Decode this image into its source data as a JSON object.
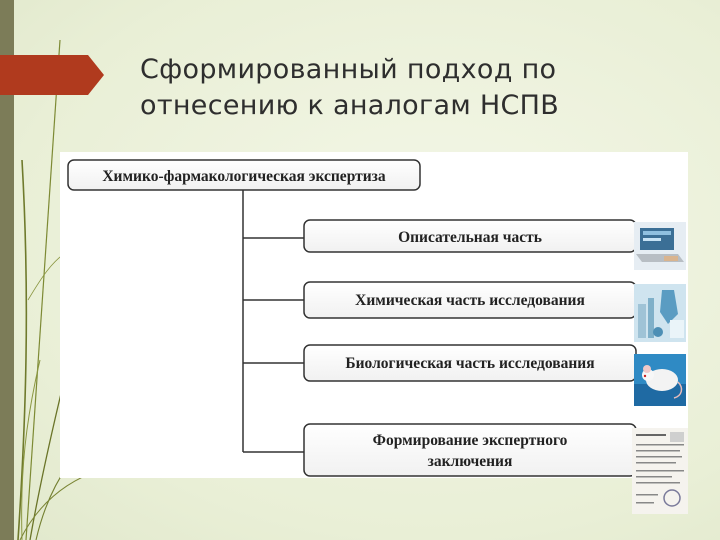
{
  "slide": {
    "title": "Сформированный подход по отнесению к аналогам НСПВ"
  },
  "diagram": {
    "root": "Химико-фармакологическая экспертиза",
    "branches": [
      {
        "label": "Описательная часть",
        "image_icon": "laptop-photo"
      },
      {
        "label": "Химическая часть исследования",
        "image_icon": "laboratory-photo"
      },
      {
        "label": "Биологическая часть исследования",
        "image_icon": "lab-mouse-photo"
      },
      {
        "label_lines": [
          "Формирование экспертного",
          "заключения"
        ],
        "image_icon": "document-photo"
      }
    ]
  },
  "colors": {
    "background": "#eef3df",
    "accent_arrow": "#b03a1e",
    "left_band": "#7c7c58",
    "grass": "#6f7a2c",
    "title_text": "#2e2e2e",
    "diagram_stroke": "#333333",
    "panel": "#ffffff"
  }
}
